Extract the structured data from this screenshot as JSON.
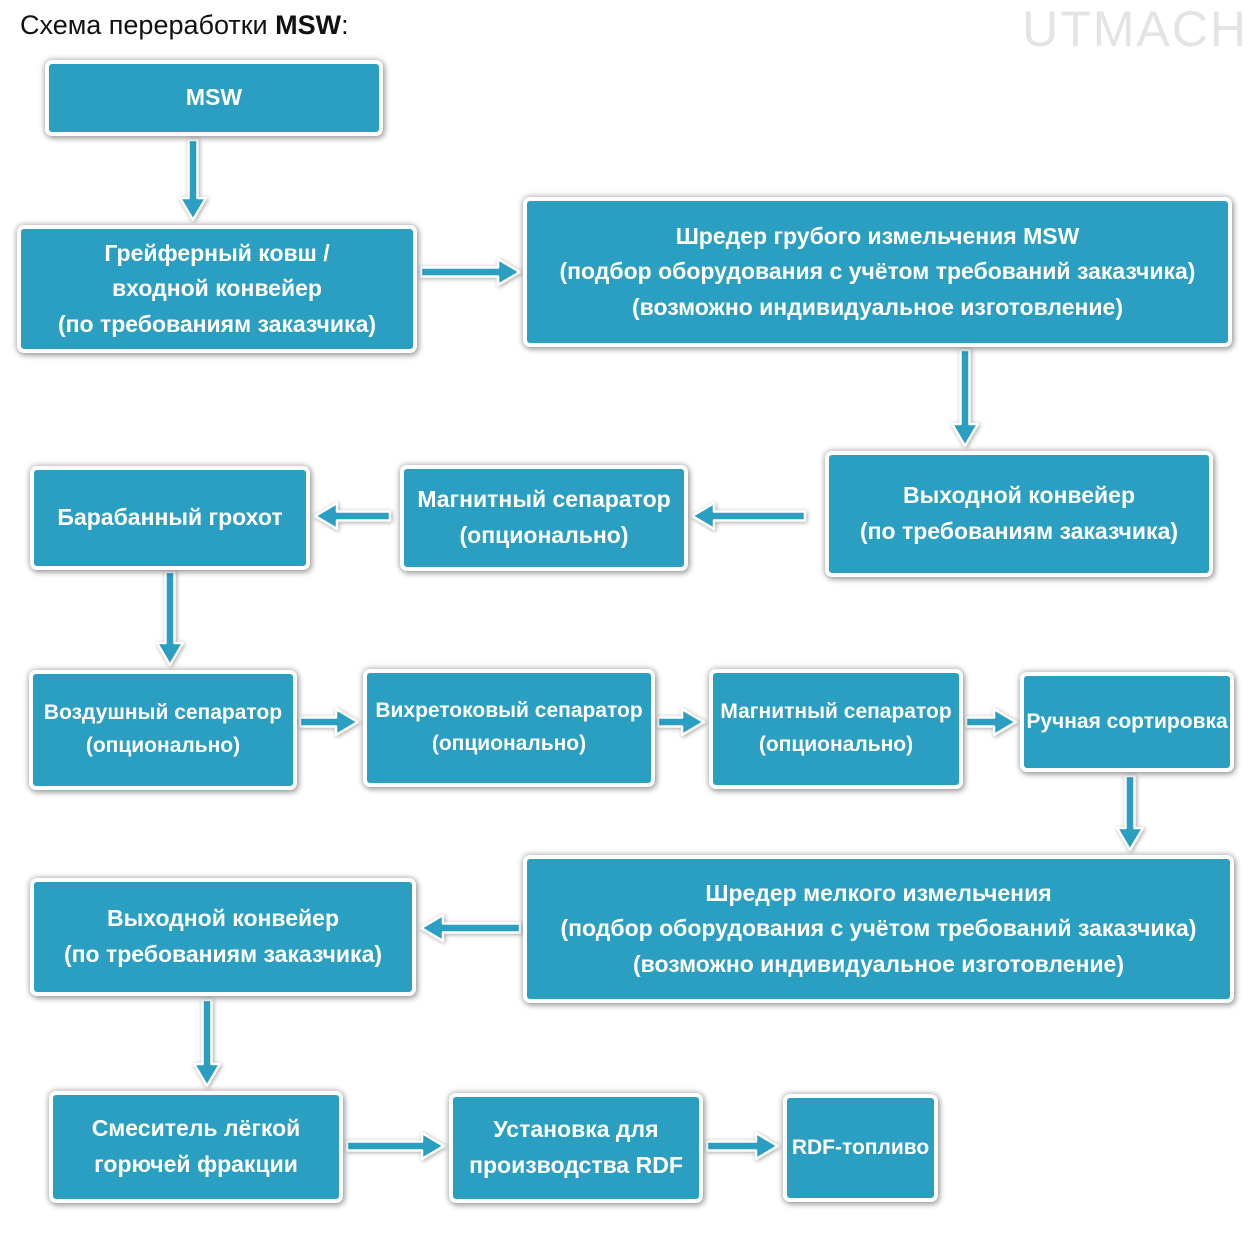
{
  "header": {
    "title_prefix": "Схема переработки ",
    "title_bold": "MSW",
    "title_suffix": ":",
    "watermark": "UTMACH"
  },
  "colors": {
    "box_fill": "#2b9fc2",
    "box_border": "#ffffff",
    "arrow_fill": "#2b9fc2",
    "text": "#ffffff"
  },
  "nodes": {
    "msw": [
      "MSW"
    ],
    "grab_bucket": [
      "Грейферный ковш /",
      "входной конвейер",
      "(по требованиям заказчика)"
    ],
    "coarse_shredder": [
      "Шредер грубого измельчения MSW",
      "(подбор оборудования с учётом требований заказчика)",
      "(возможно индивидуальное изготовление)"
    ],
    "output_conveyor_1": [
      "Выходной конвейер",
      "(по требованиям заказчика)"
    ],
    "magnetic_separator_1": [
      "Магнитный сепаратор",
      "(опционально)"
    ],
    "drum_screen": [
      "Барабанный грохот"
    ],
    "air_separator": [
      "Воздушный сепаратор",
      "(опционально)"
    ],
    "eddy_current_separator": [
      "Вихретоковый сепаратор",
      "(опционально)"
    ],
    "magnetic_separator_2": [
      "Магнитный сепаратор",
      "(опционально)"
    ],
    "manual_sorting": [
      "Ручная сортировка"
    ],
    "fine_shredder": [
      "Шредер мелкого измельчения",
      "(подбор оборудования с учётом требований заказчика)",
      "(возможно индивидуальное изготовление)"
    ],
    "output_conveyor_2": [
      "Выходной конвейер",
      "(по требованиям заказчика)"
    ],
    "mixer": [
      "Смеситель лёгкой",
      "горючей фракции"
    ],
    "rdf_plant": [
      "Установка для",
      "производства RDF"
    ],
    "rdf_fuel": [
      "RDF-топливо"
    ]
  }
}
